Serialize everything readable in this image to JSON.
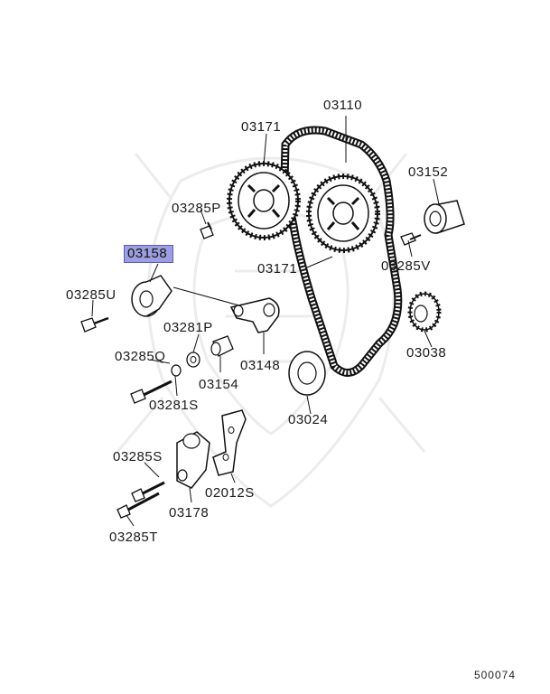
{
  "parts": {
    "p03110": "03110",
    "p03171_top": "03171",
    "p03171_mid": "03171",
    "p03152": "03152",
    "p03285P": "03285P",
    "p03158": "03158",
    "p03285V": "03285V",
    "p03285U": "03285U",
    "p03281P": "03281P",
    "p03038": "03038",
    "p03285Q": "03285Q",
    "p03148": "03148",
    "p03154": "03154",
    "p03281S": "03281S",
    "p03024": "03024",
    "p03285S": "03285S",
    "p02012S": "02012S",
    "p03178": "03178",
    "p03285T": "03285T"
  },
  "diagram_code": "500074",
  "highlight_color": "#9d9ee0"
}
